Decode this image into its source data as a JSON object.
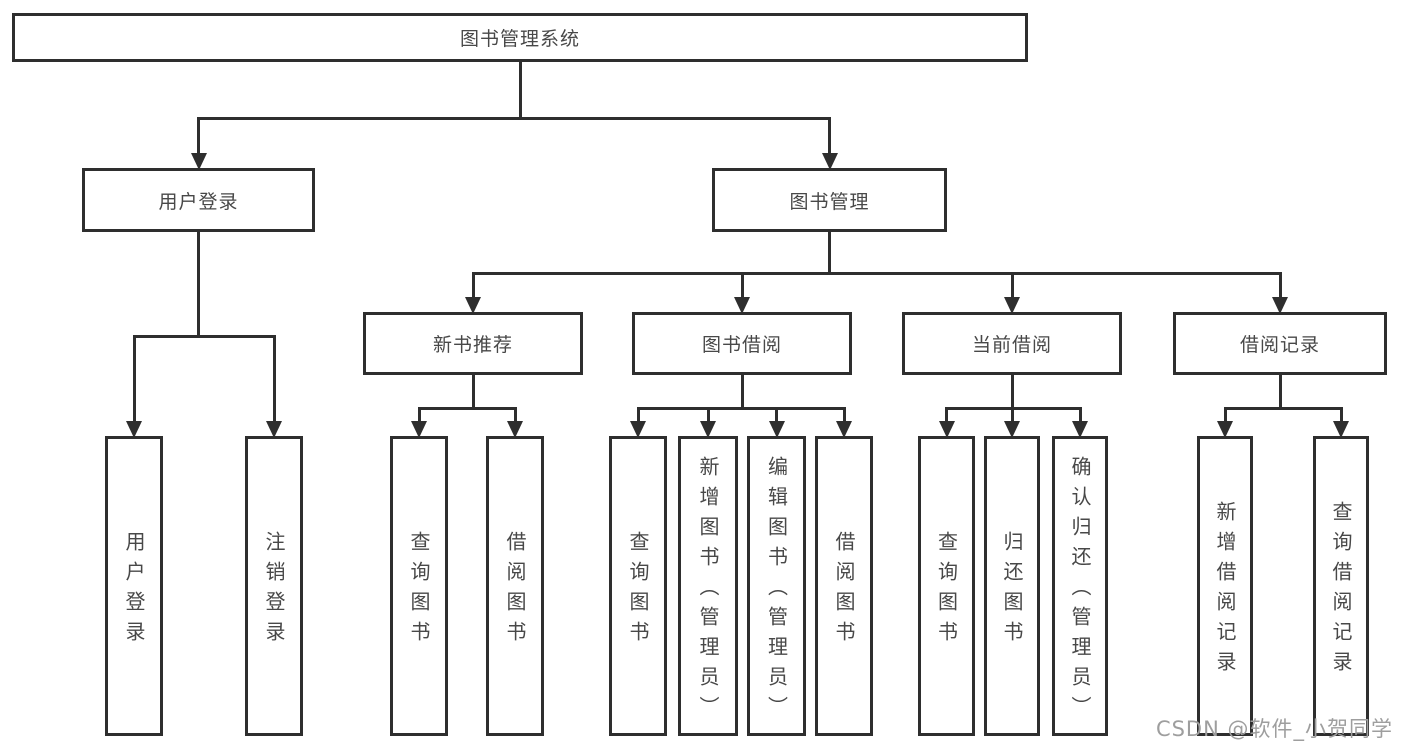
{
  "diagram": {
    "tree": {
      "id": "library-system",
      "label": "图书管理系统",
      "children": [
        {
          "id": "user-login",
          "label": "用户登录",
          "children": [
            {
              "id": "login",
              "label": "用户登录"
            },
            {
              "id": "logout",
              "label": "注销登录"
            }
          ]
        },
        {
          "id": "book-mgmt",
          "label": "图书管理",
          "children": [
            {
              "id": "new-book-rec",
              "label": "新书推荐",
              "children": [
                {
                  "id": "nbr-query-books",
                  "label": "查询图书"
                },
                {
                  "id": "nbr-borrow-books",
                  "label": "借阅图书"
                }
              ]
            },
            {
              "id": "book-borrow",
              "label": "图书借阅",
              "children": [
                {
                  "id": "bb-query-books",
                  "label": "查询图书"
                },
                {
                  "id": "bb-add-books-admin",
                  "label": "新增图书（管理员）"
                },
                {
                  "id": "bb-edit-books-admin",
                  "label": "编辑图书（管理员）"
                },
                {
                  "id": "bb-borrow-books",
                  "label": "借阅图书"
                }
              ]
            },
            {
              "id": "current-borrow",
              "label": "当前借阅",
              "children": [
                {
                  "id": "cb-query-books",
                  "label": "查询图书"
                },
                {
                  "id": "cb-return-books",
                  "label": "归还图书"
                },
                {
                  "id": "cb-confirm-return-admin",
                  "label": "确认归还（管理员）"
                }
              ]
            },
            {
              "id": "borrow-record",
              "label": "借阅记录",
              "children": [
                {
                  "id": "br-add-record",
                  "label": "新增借阅记录"
                },
                {
                  "id": "br-query-record",
                  "label": "查询借阅记录"
                }
              ]
            }
          ]
        }
      ]
    }
  },
  "watermark": {
    "text": "CSDN @软件_小贺同学"
  },
  "colors": {
    "line": "#2e2e2e",
    "box_border": "#2e2e2e",
    "text": "#484848",
    "watermark": "#9e9e9e",
    "background": "#ffffff"
  }
}
